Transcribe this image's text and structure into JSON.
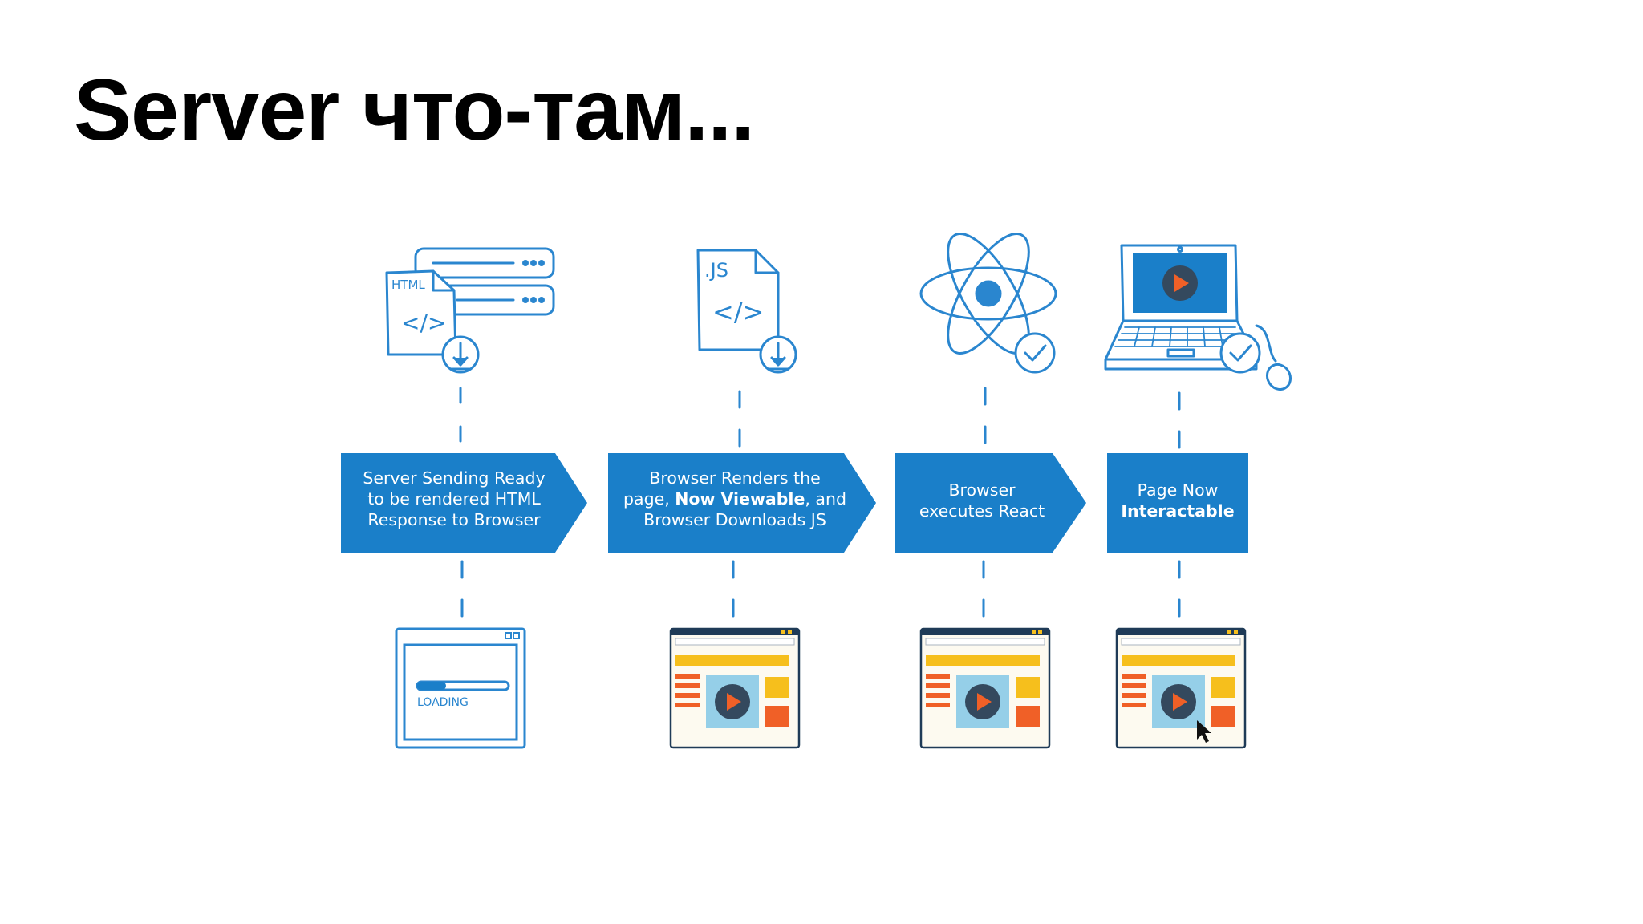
{
  "slide": {
    "title": "Server что-там..."
  },
  "colors": {
    "accent": "#1a7fc9",
    "stroke": "#2a86cf",
    "yellow": "#f6bf1c",
    "orange": "#f06027",
    "light_blue": "#95cfe8",
    "dark": "#1f3b57"
  },
  "icons": {
    "html_file": "HTML",
    "js_file": ".JS",
    "code_glyph": "</>",
    "loading_label": "LOADING"
  },
  "steps": [
    {
      "lines": [
        {
          "parts": [
            {
              "t": "Server Sending Ready",
              "b": false
            }
          ]
        },
        {
          "parts": [
            {
              "t": "to be rendered HTML",
              "b": false
            }
          ]
        },
        {
          "parts": [
            {
              "t": "Response to Browser",
              "b": false
            }
          ]
        }
      ]
    },
    {
      "lines": [
        {
          "parts": [
            {
              "t": "Browser Renders the",
              "b": false
            }
          ]
        },
        {
          "parts": [
            {
              "t": "page, ",
              "b": false
            },
            {
              "t": "Now Viewable",
              "b": true
            },
            {
              "t": ", and",
              "b": false
            }
          ]
        },
        {
          "parts": [
            {
              "t": "Browser Downloads JS",
              "b": false
            }
          ]
        }
      ]
    },
    {
      "lines": [
        {
          "parts": [
            {
              "t": "Browser",
              "b": false
            }
          ]
        },
        {
          "parts": [
            {
              "t": "executes React",
              "b": false
            }
          ]
        }
      ]
    },
    {
      "lines": [
        {
          "parts": [
            {
              "t": "Page Now",
              "b": false
            }
          ]
        },
        {
          "parts": [
            {
              "t": "Interactable",
              "b": true
            }
          ]
        }
      ]
    }
  ]
}
